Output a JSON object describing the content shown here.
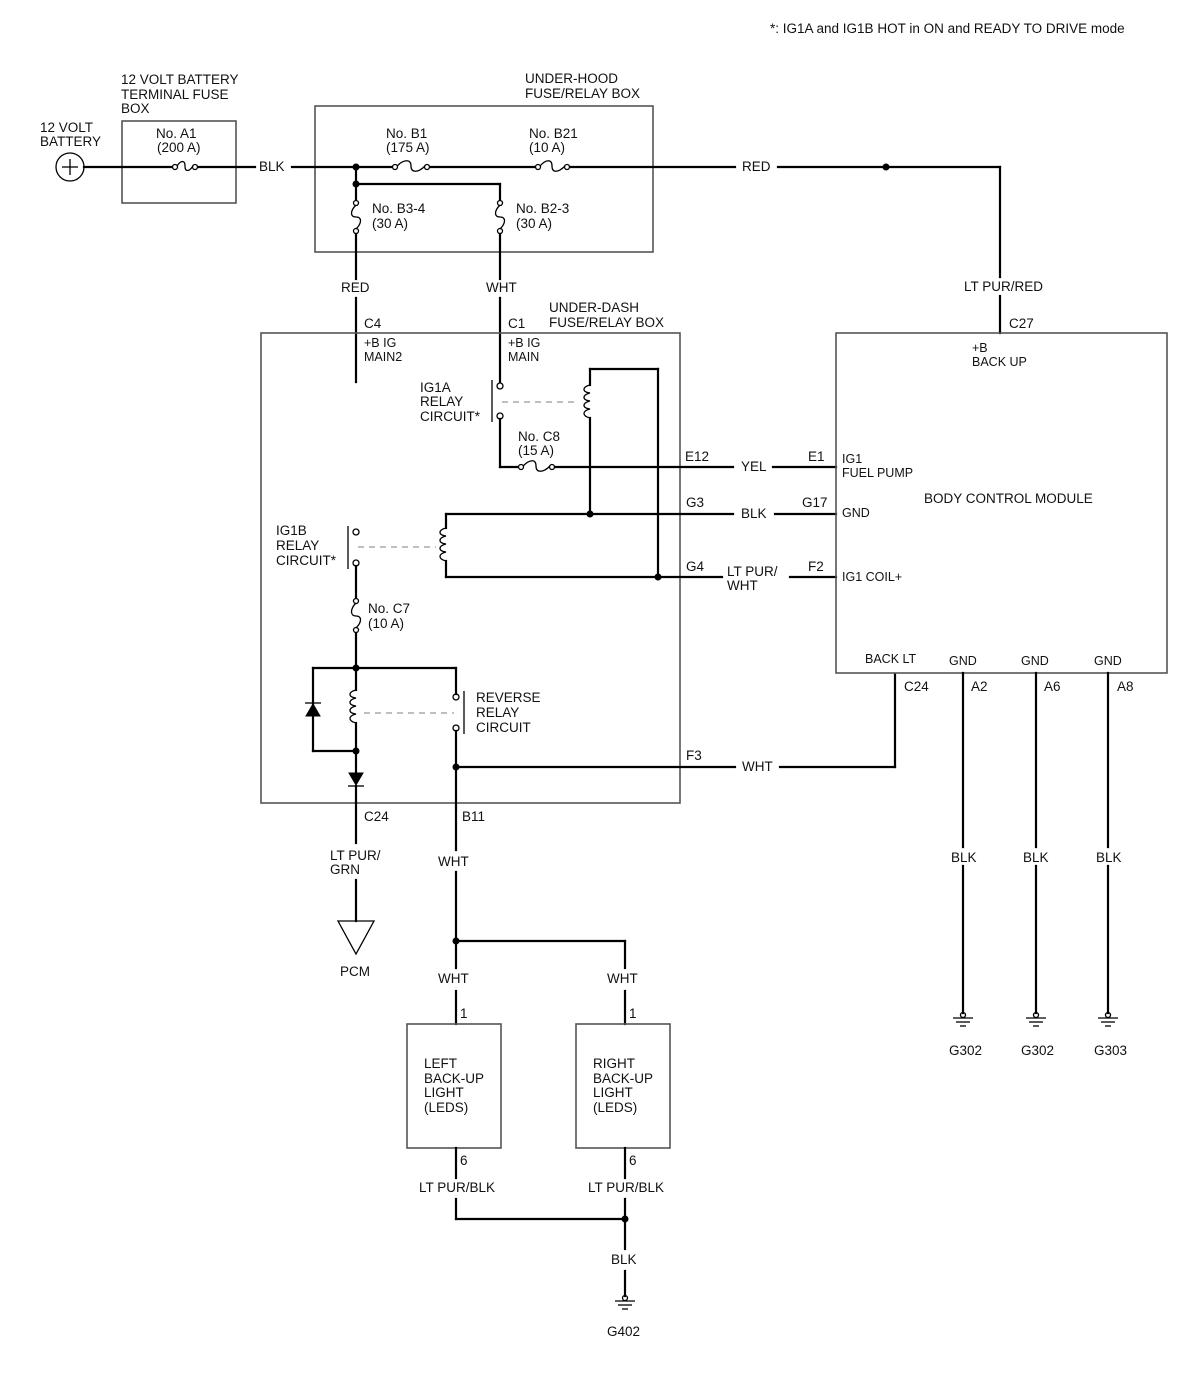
{
  "note": "*: IG1A and IG1B HOT in ON and READY TO DRIVE mode",
  "battery": {
    "label1": "12 VOLT",
    "label2": "BATTERY"
  },
  "terminal_fuse_box": {
    "label1": "12 VOLT BATTERY",
    "label2": "TERMINAL FUSE",
    "label3": "BOX",
    "fuse_name": "No. A1",
    "fuse_rating": "(200 A)"
  },
  "under_hood_box": {
    "label1": "UNDER-HOOD",
    "label2": "FUSE/RELAY BOX",
    "fuses": [
      {
        "name": "No. B1",
        "rating": "(175 A)"
      },
      {
        "name": "No. B21",
        "rating": "(10 A)"
      },
      {
        "name": "No. B3-4",
        "rating": "(30 A)"
      },
      {
        "name": "No. B2-3",
        "rating": "(30 A)"
      }
    ]
  },
  "under_dash_box": {
    "label1": "UNDER-DASH",
    "label2": "FUSE/RELAY BOX",
    "connectors": {
      "c4": "C4",
      "c1": "C1",
      "e12": "E12",
      "g3": "G3",
      "g4": "G4",
      "f3": "F3",
      "c24": "C24",
      "b11": "B11"
    },
    "terminals": {
      "ig_main2_a": "+B IG",
      "ig_main2_b": "MAIN2",
      "ig_main_a": "+B IG",
      "ig_main_b": "MAIN"
    },
    "ig1a_relay": [
      "IG1A",
      "RELAY",
      "CIRCUIT*"
    ],
    "ig1b_relay": [
      "IG1B",
      "RELAY",
      "CIRCUIT*"
    ],
    "reverse_relay": [
      "REVERSE",
      "RELAY",
      "CIRCUIT"
    ],
    "fuse_c8": {
      "name": "No. C8",
      "rating": "(15 A)"
    },
    "fuse_c7": {
      "name": "No. C7",
      "rating": "(10 A)"
    }
  },
  "bcm": {
    "name": "BODY CONTROL MODULE",
    "terminals": {
      "backup_a": "+B",
      "backup_b": "BACK UP",
      "fuel_a": "IG1",
      "fuel_b": "FUEL PUMP",
      "gnd": "GND",
      "coil": "IG1 COIL+",
      "back_lt": "BACK LT",
      "gnd1": "GND",
      "gnd2": "GND",
      "gnd3": "GND"
    },
    "connectors": {
      "c27": "C27",
      "e1": "E1",
      "g17": "G17",
      "f2": "F2",
      "c24": "C24",
      "a2": "A2",
      "a6": "A6",
      "a8": "A8"
    }
  },
  "wires": {
    "blk_main": "BLK",
    "red_top": "RED",
    "red_c4": "RED",
    "wht_c1": "WHT",
    "lt_pur_red": "LT PUR/RED",
    "yel": "YEL",
    "blk_gnd": "BLK",
    "lt_pur_wht_a": "LT PUR/",
    "lt_pur_wht_b": "WHT",
    "wht_f3": "WHT",
    "lt_pur_grn_a": "LT PUR/",
    "lt_pur_grn_b": "GRN",
    "wht_b11": "WHT",
    "wht_left": "WHT",
    "wht_right": "WHT",
    "blk_g302a": "BLK",
    "blk_g302b": "BLK",
    "blk_g303": "BLK",
    "lt_pur_blk_left": "LT PUR/BLK",
    "lt_pur_blk_right": "LT PUR/BLK",
    "blk_g402": "BLK"
  },
  "pcm": "PCM",
  "left_light": {
    "l1": "LEFT",
    "l2": "BACK-UP",
    "l3": "LIGHT",
    "l4": "(LEDS)",
    "pin_top": "1",
    "pin_bottom": "6"
  },
  "right_light": {
    "l1": "RIGHT",
    "l2": "BACK-UP",
    "l3": "LIGHT",
    "l4": "(LEDS)",
    "pin_top": "1",
    "pin_bottom": "6"
  },
  "grounds": {
    "g302a": "G302",
    "g302b": "G302",
    "g303": "G303",
    "g402": "G402"
  }
}
